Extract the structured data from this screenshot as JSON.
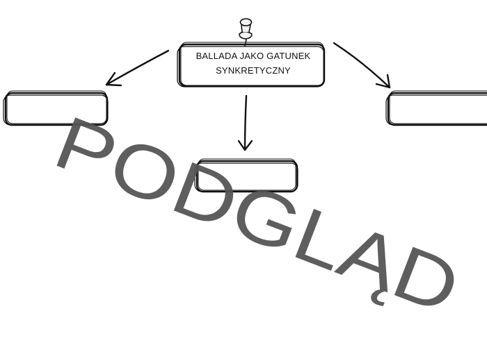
{
  "diagram": {
    "title": "BALLADA JAKO GATUNEK SYNKRETYCZNY",
    "title_line1": "BALLADA JAKO GATUNEK",
    "title_line2": "SYNKRETYCZNY",
    "left_box_label": "",
    "center_box_label": "",
    "right_box_label": ""
  },
  "watermark": {
    "text": "PODGLĄD",
    "color": "#555555"
  },
  "colors": {
    "stroke": "#111111",
    "background": "#ffffff",
    "pin": "#f2f2f2"
  },
  "icons": {
    "pin": "push-pin-icon"
  }
}
